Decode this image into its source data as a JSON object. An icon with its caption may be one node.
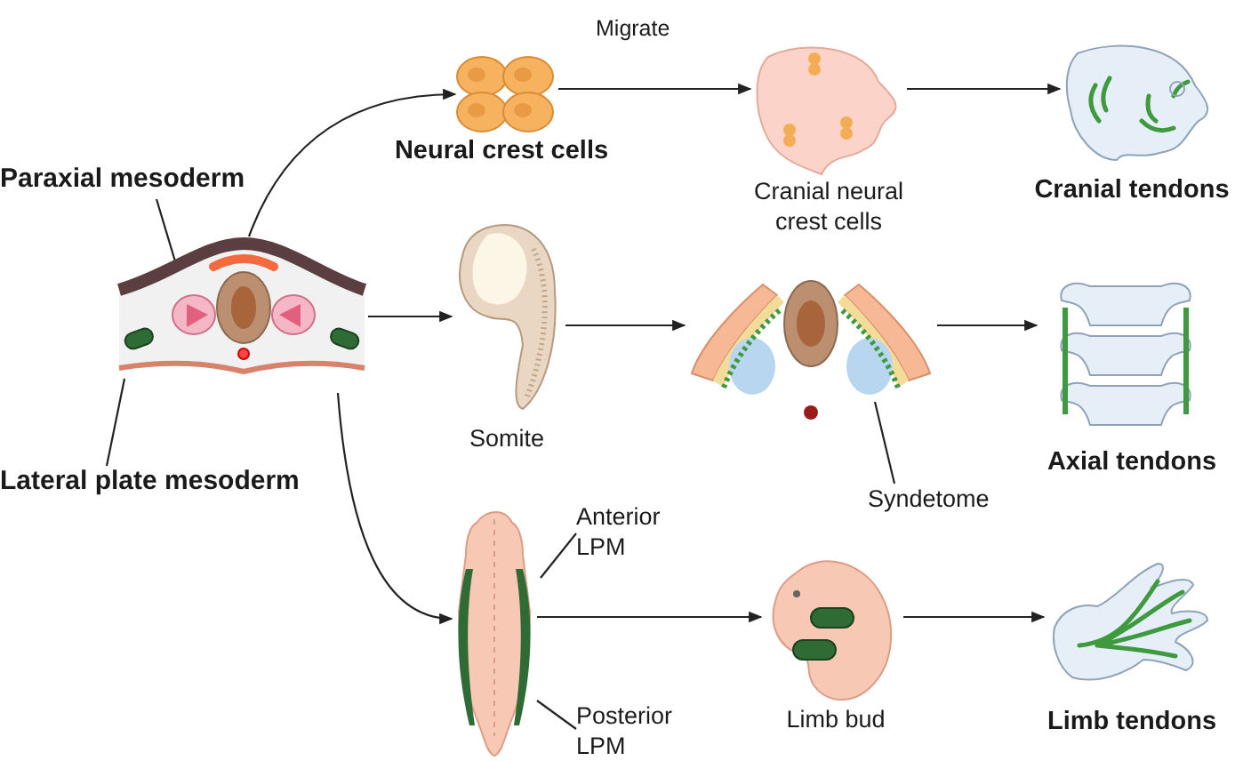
{
  "diagram": {
    "nodes": [
      {
        "text": [],
        "shape": "picture"
      },
      {
        "text": [
          "Paraxial mesoderm"
        ]
      },
      {
        "text": [
          "Lateral plate mesoderm"
        ]
      },
      {
        "text": [],
        "shape": "picture",
        "beside": [
          "Neural crest cells"
        ]
      },
      {
        "text": [],
        "shape": "picture",
        "beside": [
          "Cranial neural crest cells"
        ]
      },
      {
        "text": [],
        "shape": "picture",
        "beside": [
          "Cranial tendons"
        ]
      },
      {
        "text": [],
        "shape": "picture",
        "beside": [
          "Somite"
        ]
      },
      {
        "text": [],
        "shape": "picture"
      },
      {
        "text": [
          "Syndetome"
        ]
      },
      {
        "text": [],
        "shape": "picture",
        "beside": [
          "Axial tendons"
        ]
      },
      {
        "text": [],
        "shape": "picture"
      },
      {
        "text": [
          "Anterior LPM"
        ]
      },
      {
        "text": [
          "Posterior LPM"
        ]
      },
      {
        "text": [],
        "shape": "picture",
        "beside": [
          "Limb bud"
        ]
      },
      {
        "text": [],
        "shape": "picture",
        "beside": [
          "Limb tendons"
        ]
      }
    ],
    "edges": [
      {
        "from": 0,
        "to": 3,
        "arrow": "to"
      },
      {
        "from": 3,
        "to": 4,
        "arrow": "to",
        "label": "Migrate"
      },
      {
        "from": 4,
        "to": 5,
        "arrow": "to"
      },
      {
        "from": 0,
        "to": 6,
        "arrow": "to"
      },
      {
        "from": 6,
        "to": 7,
        "arrow": "to"
      },
      {
        "from": 7,
        "to": 9,
        "arrow": "to"
      },
      {
        "from": 0,
        "to": 10,
        "arrow": "to"
      },
      {
        "from": 10,
        "to": 13,
        "arrow": "to"
      },
      {
        "from": 13,
        "to": 14,
        "arrow": "to"
      },
      {
        "from": 1,
        "to": 0,
        "arrow": "none"
      },
      {
        "from": 2,
        "to": 0,
        "arrow": "none"
      },
      {
        "from": 8,
        "to": 7,
        "arrow": "none"
      },
      {
        "from": 11,
        "to": 10,
        "arrow": "none"
      },
      {
        "from": 12,
        "to": 10,
        "arrow": "none"
      }
    ]
  }
}
